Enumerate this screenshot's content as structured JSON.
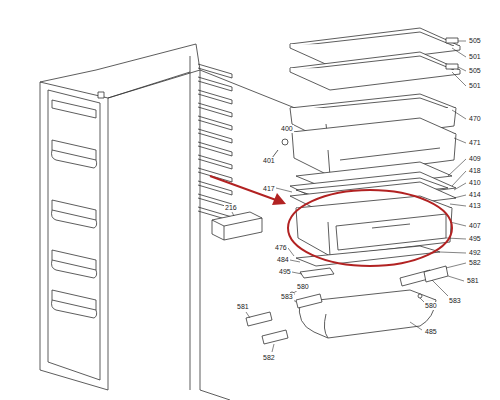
{
  "diagram": {
    "labels": [
      "505",
      "501",
      "505",
      "501",
      "470",
      "471",
      "400",
      "401",
      "409",
      "418",
      "410",
      "417",
      "414",
      "413",
      "216",
      "407",
      "495",
      "476",
      "492",
      "484",
      "582",
      "495",
      "581",
      "583",
      "580",
      "580",
      "583",
      "581",
      "485",
      "582"
    ]
  }
}
